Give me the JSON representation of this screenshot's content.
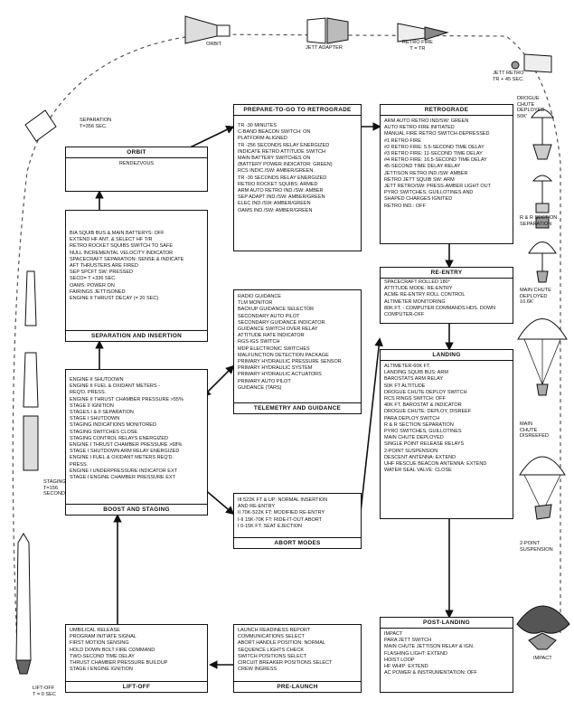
{
  "mission_labels": {
    "orbit": "ORBIT",
    "jett_adapter": "JETT ADAPTER",
    "retro_fire": "RETRO FIRE",
    "retro_fire_t": "T = TR",
    "jett_retro": "JETT RETRO",
    "jett_retro_t": "TR + 45 SEC.",
    "drogue": [
      "DROGUE",
      "CHUTE",
      "DEPLOYED",
      "50K'"
    ],
    "rr_section": [
      "R & R SECTION",
      "SEPARATION"
    ],
    "main_deployed": [
      "MAIN CHUTE",
      "DEPLOYED",
      "10.6K'"
    ],
    "main_disreefed": [
      "MAIN",
      "CHUTE",
      "DISREEFED"
    ],
    "two_point": [
      "2-POINT",
      "SUSPENSION"
    ],
    "impact": "IMPACT",
    "separation": [
      "SEPARATION",
      "T=356 SEC."
    ],
    "staging": [
      "STAGING",
      "T=156",
      "SECONDS"
    ],
    "liftoff": [
      "LIFT-OFF",
      "T = 0 SEC"
    ]
  },
  "boxes": {
    "orbit": {
      "title": "ORBIT",
      "items": [
        "RENDEZVOUS"
      ]
    },
    "separation": {
      "title": "SEPARATION AND INSERTION",
      "items": [
        "BIA SQUIB BUS & MAIN BATTERYS: OFF",
        "EXTEND HF ANT. & SELECT HF T/R",
        "RETRO ROCKET SQUIBS SWITCH TO SAFE",
        "NULL INCREMENTAL VELOCITY INDICATOR",
        "SPACECRAFT SEPARATION: SENSE & INDICATE",
        "AFT THRUSTERS ARE FIRED",
        "SEP SPCFT SW: PRESSED",
        "SECO= T +336 SEC.",
        "OAMS: POWER ON",
        "FAIRINGS JETTISONED",
        "ENGINE II THRUST DECAY (= 20 SEC)"
      ]
    },
    "boost": {
      "title": "BOOST AND STAGING",
      "items": [
        "ENGINE II SHUTDOWN",
        "ENGINE II FUEL & OXIDANT METERS -",
        "REQ'D. PRESS.",
        "ENGINE II THRUST CHAMBER PRESSURE >55%",
        "STAGE II IGNITION",
        "STAGES I & II SEPARATION",
        "STAGE I SHUTDOWN",
        "STAGING INDICATIONS MONITORED",
        "STAGING SWITCHES CLOSE",
        "STAGING CONTROL RELAYS ENERGIZED",
        "ENGINE I THRUST CHAMBER PRESSURE >68%",
        "STAGE I SHUTDOWN ARM RELAY ENERGIZED",
        "ENGINE I FUEL & OXIDANT METERS REQ'D.",
        "PRESS.",
        "ENGINE I UNDERPRESSURE INDICATOR EXT",
        "STAGE I ENGINE CHAMBER PRESSURE EXT"
      ]
    },
    "liftoff": {
      "title": "LIFT-OFF",
      "items": [
        "UMBILICAL RELEASE",
        "PROGRAM INITIATE SIGNAL",
        "FIRST MOTION SENSING",
        "HOLD DOWN BOLT FIRE COMMAND",
        "TWO-SECOND TIME DELAY",
        "THRUST CHAMBER PRESSURE BUILDUP",
        "STAGE I ENGINE IGNITION"
      ]
    },
    "prepare": {
      "title": "PREPARE-TO-GO TO RETROGRADE",
      "items": [
        "TR -30 MINUTES",
        "C-BAND BEACON SWITCH: ON",
        "PLATFORM ALIGNED",
        "TR -256 SECONDS RELAY ENERGIZED",
        "INDICATE RETRO ATTITUDE SWITCH",
        "MAIN BATTERY SWITCHES ON",
        "(BATTERY POWER INDICATOR: GREEN)",
        "RCS INDIC./SW: AMBER/GREEN",
        "TR -30 SECONDS RELAY ENERGIZED",
        "RETRO ROCKET SQUIBS: ARMED",
        "ARM AUTO RETRO IND./SW: AMBER",
        "SEP ADAPT IND./SW: AMBER/GREEN",
        "ELEC IND./SW: AMBER/GREEN",
        "OAMS IND./SW: AMBER/GREEN"
      ]
    },
    "telemetry": {
      "title": "TELEMETRY AND GUIDANCE",
      "items": [
        "RADIO GUIDANCE",
        "TLM MONITOR",
        "BACKUP GUIDANCE SELECTOR",
        "SECONDARY AUTO PILOT",
        "SECONDARY GUIDANCE INDICATOR",
        "GUIDANCE SWITCH OVER RELAY",
        "ATTITUDE RATE INDICATOR",
        "RGS-IGS SWITCH",
        "MDP ELECTRONIC SWITCHES",
        "MALFUNCTION DETECTION PACKAGE",
        "PRIMARY HYDRAULIC PRESSURE SENSOR",
        "PRIMARY HYDRAULIC SYSTEM",
        "PRIMARY HYDRAULIC ACTUATORS",
        "PRIMARY AUTO PILOT",
        "GUIDANCE (TARS)"
      ]
    },
    "abort": {
      "title": "ABORT MODES",
      "items": [
        "III 522K FT & UP: NORMAL INSERTION",
        "AND RE-ENTRY",
        "II 70K-522K FT: MODIFIED RE-ENTRY",
        "I-II 15K-70K FT: RIDE-IT-OUT ABORT",
        "I 0-15K FT: SEAT EJECTION"
      ]
    },
    "prelaunch": {
      "title": "PRE-LAUNCH",
      "items": [
        "LAUNCH READINESS REPORT",
        "COMMUNICATIONS SELECT",
        "ABORT HANDLE POSITION: NORMAL",
        "SEQUENCE LIGHTS CHECK",
        "SWITCH POSITIONS SELECT",
        "CIRCUIT BREAKER POSITIONS SELECT",
        "CREW INGRESS"
      ]
    },
    "retrograde": {
      "title": "RETROGRADE",
      "items": [
        "ARM AUTO RETRO IND/SW: GREEN",
        "AUTO RETRO FIRE INITIATED",
        "MANUAL FIRE RETRO SWITCH-DEPRESSED",
        "#1 RETRO FIRE",
        "#2 RETRO FIRE: 5.5-SECOND TIME DELAY",
        "#3 RETRO FIRE: 11-SECOND TIME DELAY",
        "#4 RETRO FIRE: 16.5-SECOND TIME DELAY",
        "45-SECOND TIME DELAY RELAY",
        "JETTISON RETRO IND./SW: AMBER",
        "RETRO JETT SQUIB SW: ARM",
        "JETT RETRO/SW: PRESS-AMBER LIGHT OUT",
        "PYRO SWITCHES, GUILLOTINES AND",
        "SHAPED CHARGES IGNITED",
        "RETRO IND.: OFF"
      ]
    },
    "reentry": {
      "title": "RE-ENTRY",
      "items": [
        "SPACECRAFT ROLLED 180°",
        "ATTITUDE MODE: RE-ENTRY",
        "ACME RE-ENTRY ROLL CONTROL",
        "ALTIMETER MONITORING",
        "80K FT. - COMPUTER COMMANDS HDS. DOWN",
        "COMPUTER-OFF"
      ]
    },
    "landing": {
      "title": "LANDING",
      "items": [
        "ALTIMETER-60K FT.",
        "LANDING SQUIB BUS: ARM",
        "BAROSTATS ARM RELAY",
        "50K FT ALTITUDE",
        "DROGUE CHUTE DEPLOY SWITCH",
        "RCS RINGS SWITCH: OFF",
        "40K FT. BAROSTAT & INDICATOR",
        "DROGUE CHUTE: DEPLOY, DISREEF",
        "PARA DEPLOY SWITCH",
        "R & R SECTION SEPARATION",
        "PYRO SWITCHES, GUILLOTINES",
        "MAIN CHUTE DEPLOYED",
        "SINGLE POINT RELEASE RELAYS",
        "2-POINT SUSPENSION",
        "DESCENT ANTENNA: EXTEND",
        "UHF RESCUE BEACON ANTENNA: EXTEND",
        "WATER SEAL VALVE: CLOSE"
      ]
    },
    "postlanding": {
      "title": "POST-LANDING",
      "items": [
        "IMPACT",
        "PARA JETT SWITCH",
        "MAIN CHUTE JETTISON RELAY & IGN.",
        "FLASHING LIGHT: EXTEND",
        "HOIST LOOP",
        "HF WHIP: EXTEND",
        "AC POWER & INSTRUMENTATION: OFF"
      ]
    }
  }
}
